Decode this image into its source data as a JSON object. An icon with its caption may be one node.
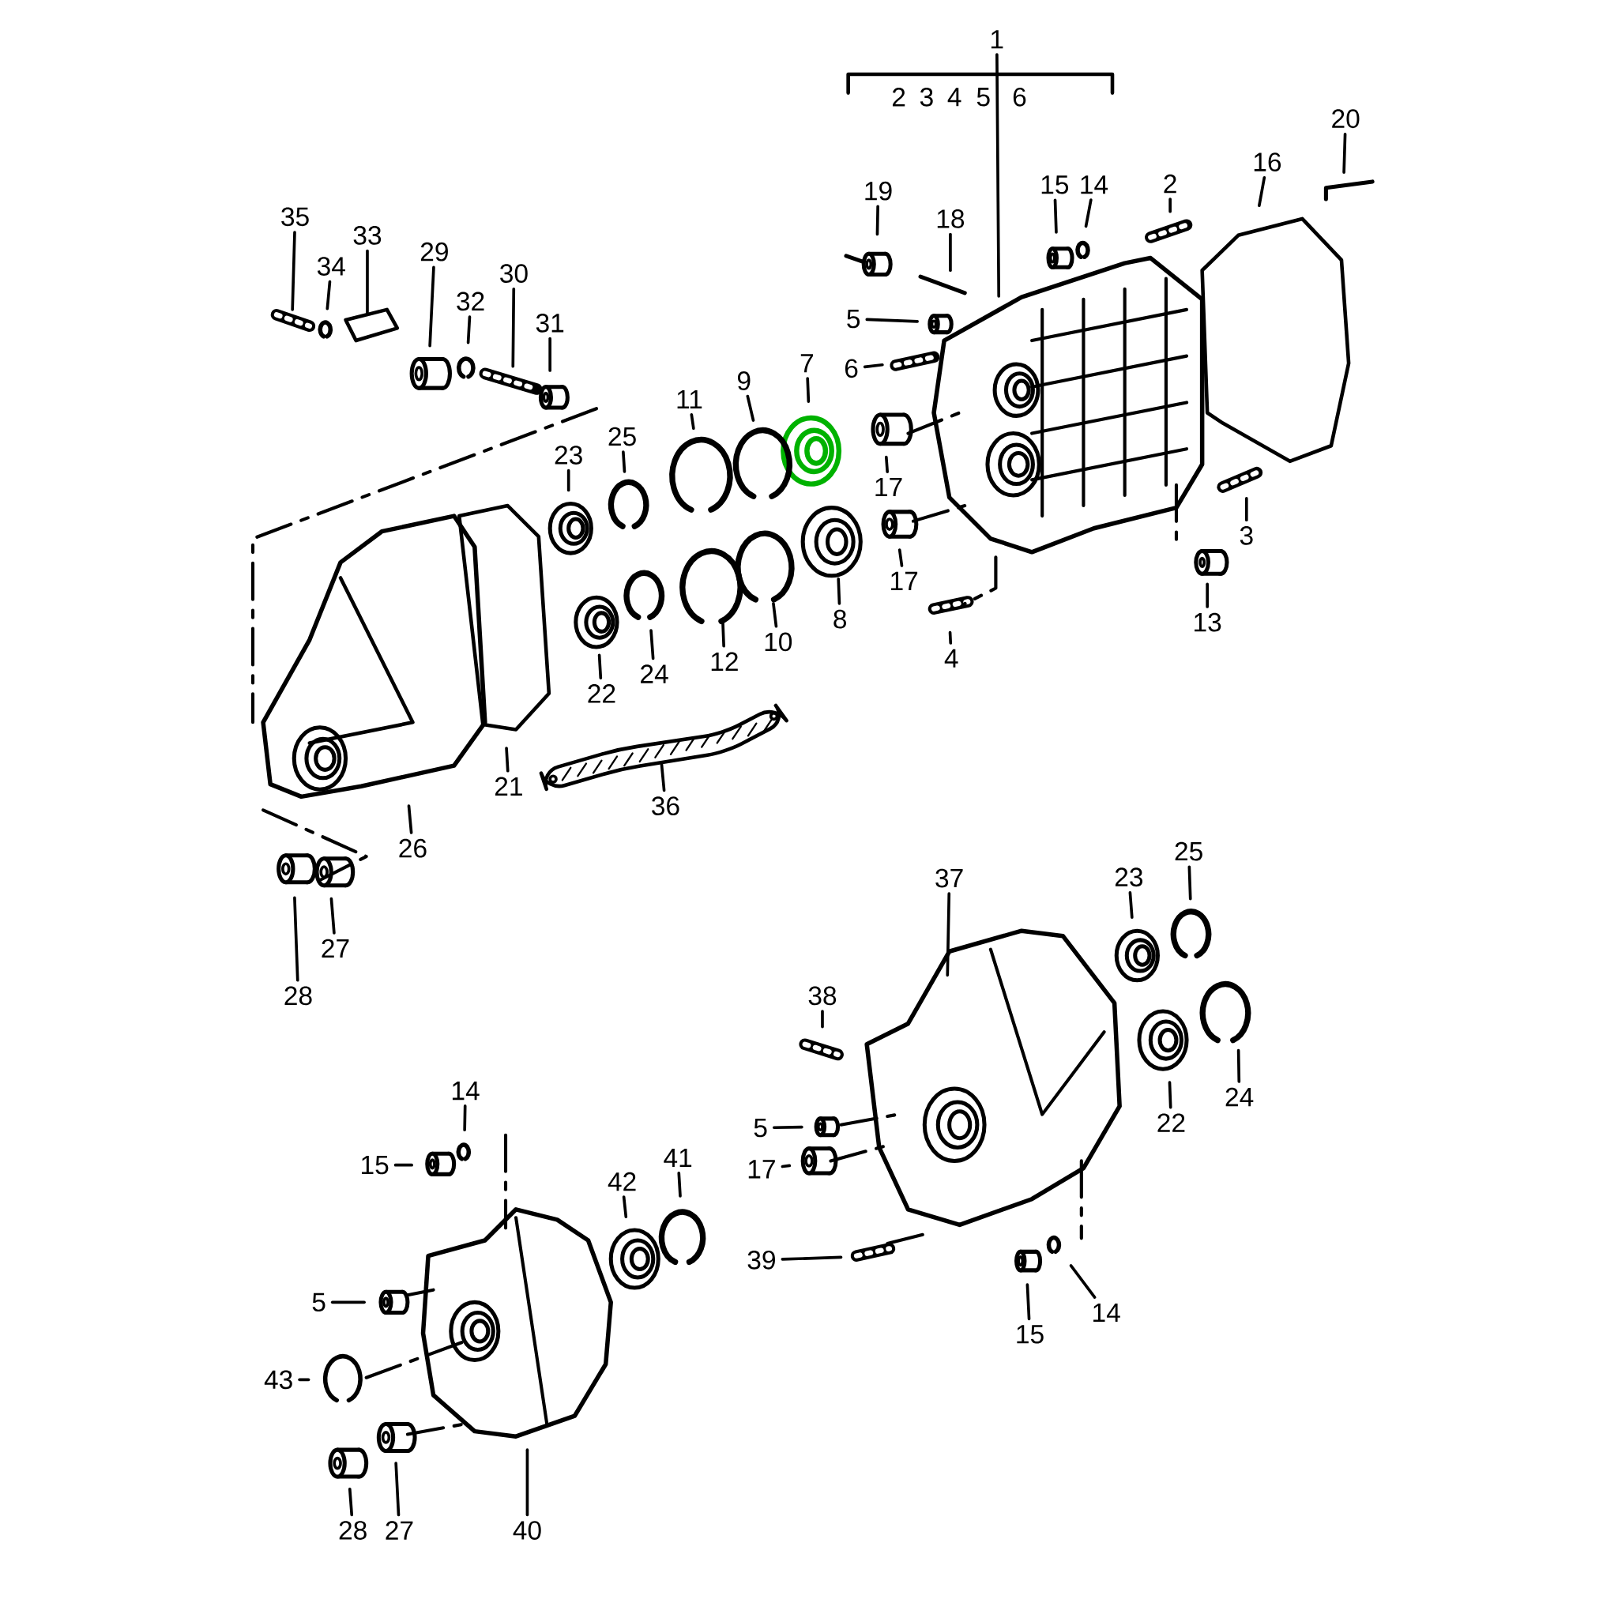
{
  "diagram": {
    "nodes": [
      {
        "text": [
          "1"
        ]
      },
      {
        "text": [
          "35"
        ]
      },
      {
        "text": [
          "34"
        ]
      },
      {
        "text": [
          "33"
        ]
      },
      {
        "text": [
          "29"
        ]
      },
      {
        "text": [
          "32"
        ]
      },
      {
        "text": [
          "30"
        ]
      },
      {
        "text": [
          "31"
        ]
      },
      {
        "text": [
          "19"
        ]
      },
      {
        "text": [
          "18"
        ]
      },
      {
        "text": [
          "15"
        ]
      },
      {
        "text": [
          "14"
        ]
      },
      {
        "text": [
          "2"
        ]
      },
      {
        "text": [
          "16"
        ]
      },
      {
        "text": [
          "20"
        ]
      },
      {
        "text": [
          "5"
        ]
      },
      {
        "text": [
          "6"
        ]
      },
      {
        "text": [
          "7"
        ]
      },
      {
        "text": [
          "9"
        ]
      },
      {
        "text": [
          "11"
        ]
      },
      {
        "text": [
          "25"
        ]
      },
      {
        "text": [
          "23"
        ]
      },
      {
        "text": [
          "17"
        ]
      },
      {
        "text": [
          "17"
        ]
      },
      {
        "text": [
          "3"
        ]
      },
      {
        "text": [
          "13"
        ]
      },
      {
        "text": [
          "8"
        ]
      },
      {
        "text": [
          "10"
        ]
      },
      {
        "text": [
          "12"
        ]
      },
      {
        "text": [
          "24"
        ]
      },
      {
        "text": [
          "22"
        ]
      },
      {
        "text": [
          "4"
        ]
      },
      {
        "text": [
          "21"
        ]
      },
      {
        "text": [
          "36"
        ]
      },
      {
        "text": [
          "26"
        ]
      },
      {
        "text": [
          "27"
        ]
      },
      {
        "text": [
          "28"
        ]
      },
      {
        "text": [
          "37"
        ]
      },
      {
        "text": [
          "23"
        ]
      },
      {
        "text": [
          "25"
        ]
      },
      {
        "text": [
          "38"
        ]
      },
      {
        "text": [
          "22"
        ]
      },
      {
        "text": [
          "24"
        ]
      },
      {
        "text": [
          "14"
        ]
      },
      {
        "text": [
          "15"
        ]
      },
      {
        "text": [
          "5"
        ]
      },
      {
        "text": [
          "17"
        ]
      },
      {
        "text": [
          "42"
        ]
      },
      {
        "text": [
          "41"
        ]
      },
      {
        "text": [
          "39"
        ]
      },
      {
        "text": [
          "15"
        ]
      },
      {
        "text": [
          "14"
        ]
      },
      {
        "text": [
          "5"
        ]
      },
      {
        "text": [
          "43"
        ]
      },
      {
        "text": [
          "28"
        ]
      },
      {
        "text": [
          "27"
        ]
      },
      {
        "text": [
          "40"
        ]
      }
    ],
    "edges": [
      {
        "from": 0,
        "to": null,
        "arrow": "none"
      },
      {
        "from": 1,
        "to": null,
        "arrow": "none"
      },
      {
        "from": 2,
        "to": null,
        "arrow": "none"
      },
      {
        "from": 3,
        "to": null,
        "arrow": "none"
      },
      {
        "from": 4,
        "to": null,
        "arrow": "none"
      },
      {
        "from": 5,
        "to": null,
        "arrow": "none"
      },
      {
        "from": 6,
        "to": null,
        "arrow": "none"
      },
      {
        "from": 7,
        "to": null,
        "arrow": "none"
      },
      {
        "from": 8,
        "to": null,
        "arrow": "none"
      },
      {
        "from": 9,
        "to": null,
        "arrow": "none"
      },
      {
        "from": 10,
        "to": null,
        "arrow": "none"
      },
      {
        "from": 11,
        "to": null,
        "arrow": "none"
      },
      {
        "from": 12,
        "to": null,
        "arrow": "none"
      },
      {
        "from": 13,
        "to": null,
        "arrow": "none"
      },
      {
        "from": 14,
        "to": null,
        "arrow": "none"
      },
      {
        "from": 15,
        "to": null,
        "arrow": "none"
      },
      {
        "from": 16,
        "to": null,
        "arrow": "none"
      },
      {
        "from": 17,
        "to": null,
        "arrow": "none"
      },
      {
        "from": 18,
        "to": null,
        "arrow": "none"
      },
      {
        "from": 19,
        "to": null,
        "arrow": "none"
      },
      {
        "from": 20,
        "to": null,
        "arrow": "none"
      },
      {
        "from": 21,
        "to": null,
        "arrow": "none"
      },
      {
        "from": 22,
        "to": null,
        "arrow": "none"
      },
      {
        "from": 23,
        "to": null,
        "arrow": "none"
      },
      {
        "from": 24,
        "to": null,
        "arrow": "none"
      },
      {
        "from": 25,
        "to": null,
        "arrow": "none"
      },
      {
        "from": 26,
        "to": null,
        "arrow": "none"
      },
      {
        "from": 27,
        "to": null,
        "arrow": "none"
      },
      {
        "from": 28,
        "to": null,
        "arrow": "none"
      },
      {
        "from": 29,
        "to": null,
        "arrow": "none"
      },
      {
        "from": 30,
        "to": null,
        "arrow": "none"
      },
      {
        "from": 31,
        "to": null,
        "arrow": "none"
      },
      {
        "from": 32,
        "to": null,
        "arrow": "none"
      },
      {
        "from": 33,
        "to": null,
        "arrow": "none"
      },
      {
        "from": 34,
        "to": null,
        "arrow": "none"
      },
      {
        "from": 35,
        "to": null,
        "arrow": "none"
      },
      {
        "from": 36,
        "to": null,
        "arrow": "none"
      },
      {
        "from": 37,
        "to": null,
        "arrow": "none"
      },
      {
        "from": 38,
        "to": null,
        "arrow": "none"
      },
      {
        "from": 39,
        "to": null,
        "arrow": "none"
      },
      {
        "from": 40,
        "to": null,
        "arrow": "none"
      },
      {
        "from": 41,
        "to": null,
        "arrow": "none"
      },
      {
        "from": 42,
        "to": null,
        "arrow": "none"
      },
      {
        "from": 43,
        "to": null,
        "arrow": "none"
      },
      {
        "from": 44,
        "to": null,
        "arrow": "none"
      },
      {
        "from": 45,
        "to": null,
        "arrow": "none"
      },
      {
        "from": 46,
        "to": null,
        "arrow": "none"
      },
      {
        "from": 47,
        "to": null,
        "arrow": "none"
      },
      {
        "from": 48,
        "to": null,
        "arrow": "none"
      },
      {
        "from": 49,
        "to": null,
        "arrow": "none"
      },
      {
        "from": 50,
        "to": null,
        "arrow": "none"
      },
      {
        "from": 51,
        "to": null,
        "arrow": "none"
      },
      {
        "from": 52,
        "to": null,
        "arrow": "none"
      },
      {
        "from": 53,
        "to": null,
        "arrow": "none"
      },
      {
        "from": 54,
        "to": null,
        "arrow": "none"
      },
      {
        "from": 55,
        "to": null,
        "arrow": "none"
      },
      {
        "from": 56,
        "to": null,
        "arrow": "none"
      }
    ],
    "labels": [
      "2",
      "3",
      "4",
      "5",
      "6"
    ]
  }
}
